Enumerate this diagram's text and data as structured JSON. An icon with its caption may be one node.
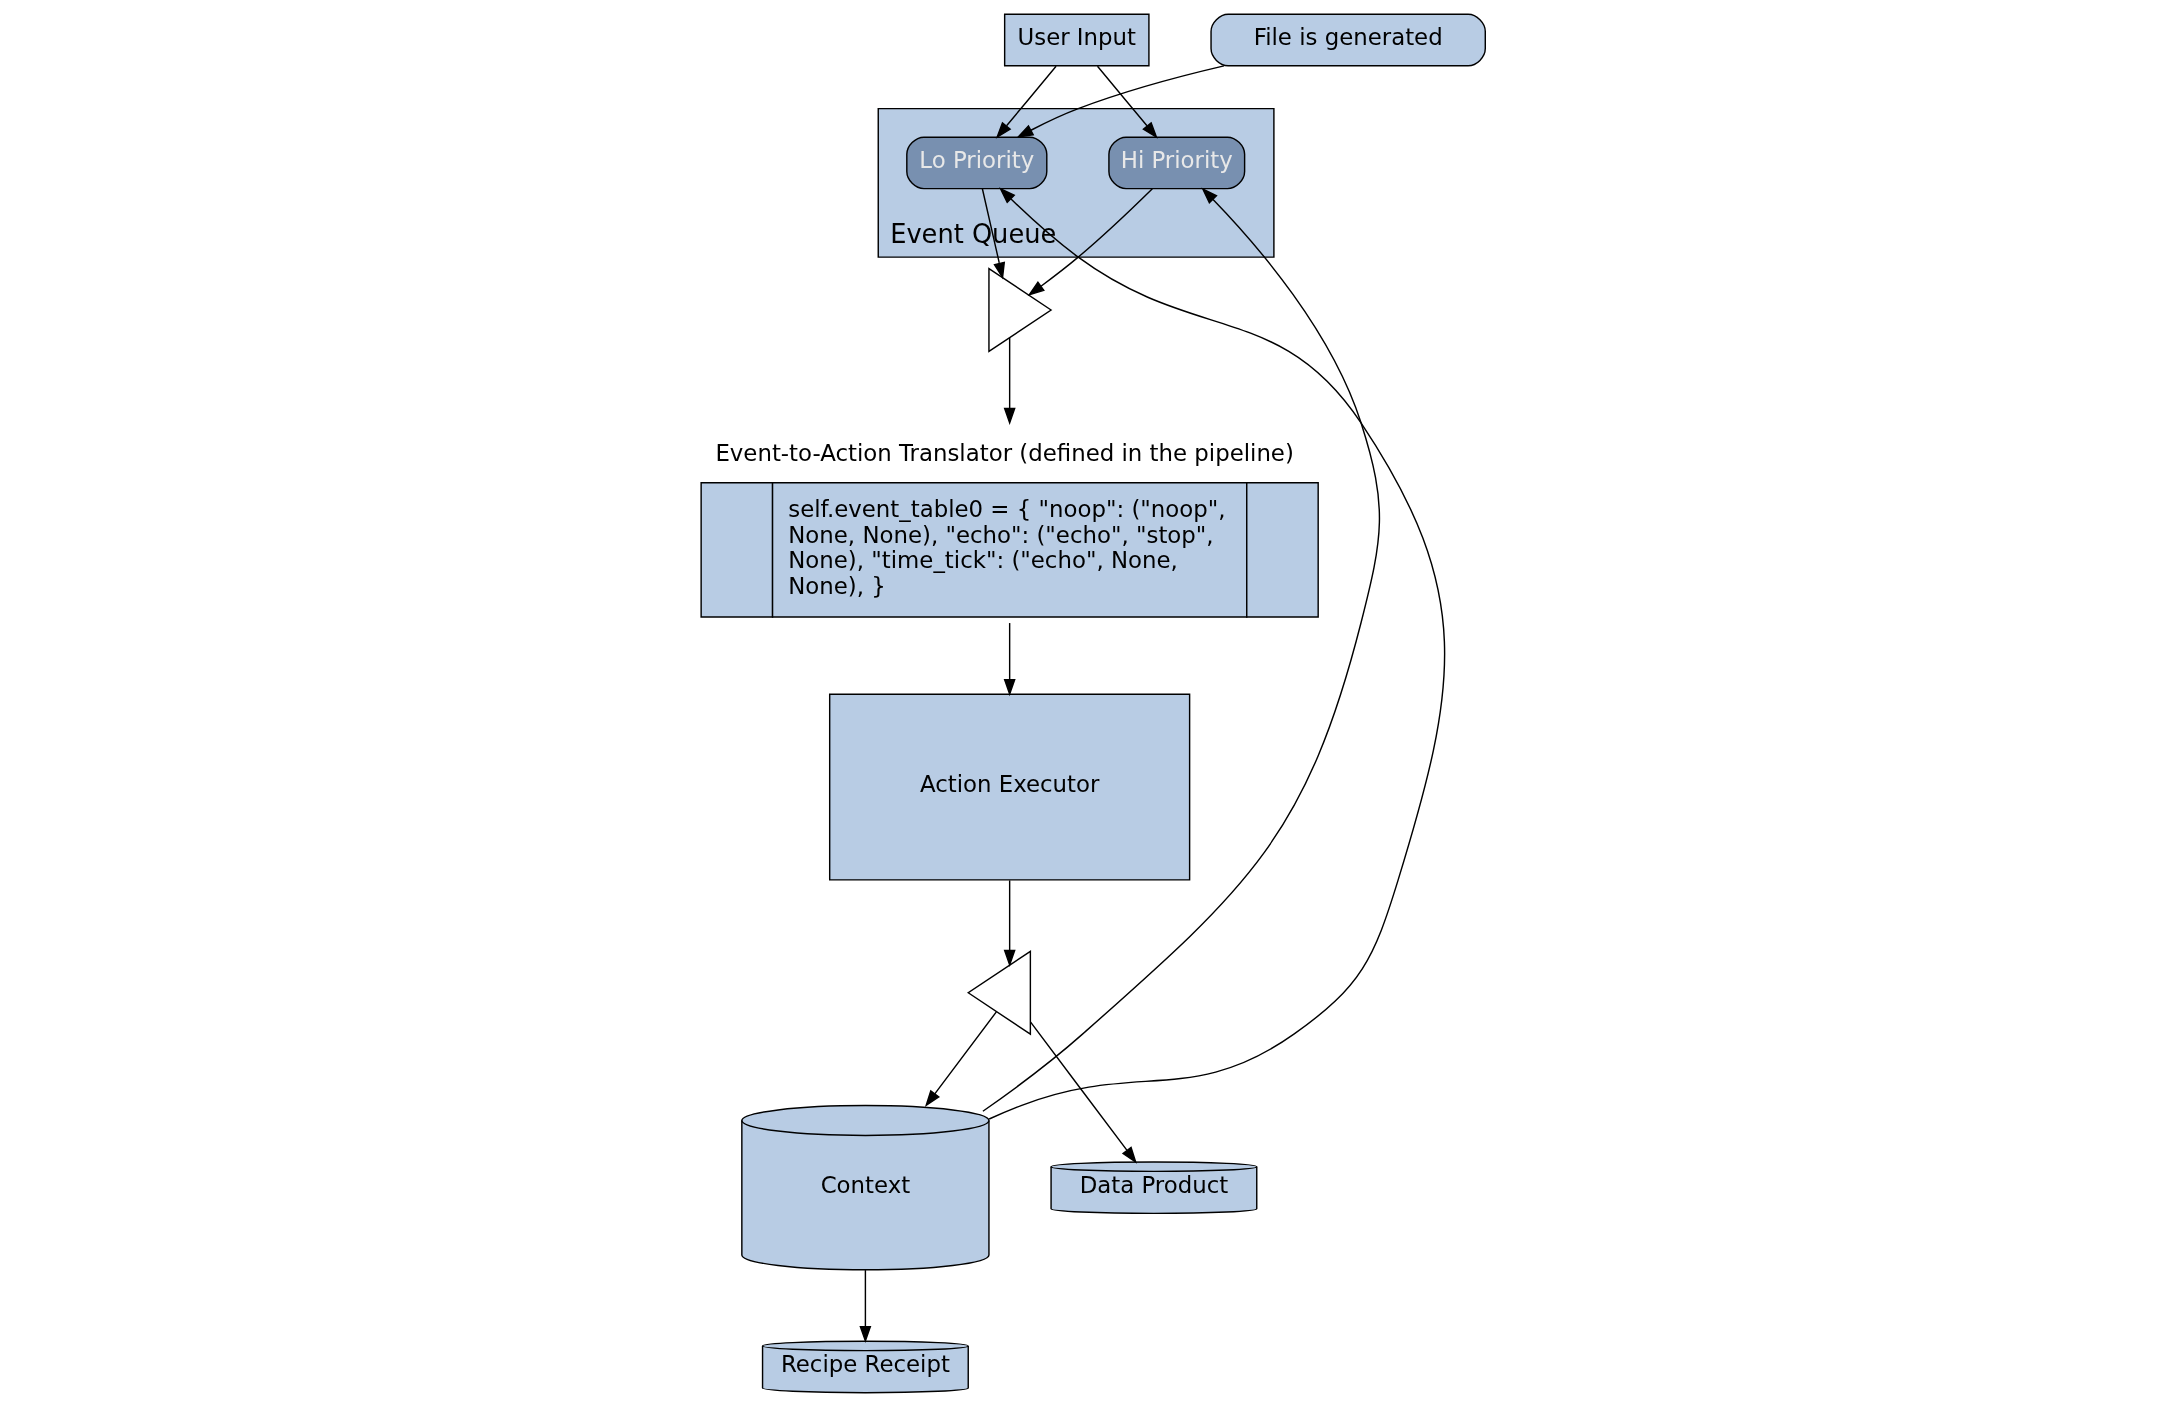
{
  "diagram": {
    "nodes": [
      {
        "text": [
          "User Input"
        ]
      },
      {
        "text": [
          "Event Queue"
        ]
      },
      {
        "text": [
          "Hi Priority"
        ],
        "in": 1
      },
      {
        "text": [
          "Lo Priority"
        ],
        "in": 1
      },
      {
        "text": [
          "File is generated"
        ]
      },
      {
        "text": [],
        "shape": "triangle"
      },
      {
        "text": [
          "Event-to-Action Translator (defined in the pipeline)",
          "self.event_table0 = { \"noop\": (\"noop\", None, None), \"echo\": (\"echo\", \"stop\", None), \"time_tick\": (\"echo\", None, None), }"
        ]
      },
      {
        "text": [
          "Action Executor"
        ]
      },
      {
        "text": [],
        "shape": "triangle"
      },
      {
        "text": [
          "Context"
        ]
      },
      {
        "text": [
          "Recipe Receipt"
        ]
      },
      {
        "text": [
          "Data Product"
        ]
      }
    ],
    "edges": [
      {
        "from": 0,
        "to": 2,
        "arrow": "to"
      },
      {
        "from": 0,
        "to": 3,
        "arrow": "to"
      },
      {
        "from": 9,
        "to": 2,
        "arrow": "to"
      },
      {
        "from": 9,
        "to": 3,
        "arrow": "to"
      },
      {
        "from": 4,
        "to": 3,
        "arrow": "to"
      },
      {
        "from": 2,
        "to": 5,
        "arrow": "to"
      },
      {
        "from": 3,
        "to": 5,
        "arrow": "to"
      },
      {
        "from": 5,
        "to": 6,
        "arrow": "to"
      },
      {
        "from": 6,
        "to": 7,
        "arrow": "to"
      },
      {
        "from": 7,
        "to": 8,
        "arrow": "to"
      },
      {
        "from": 8,
        "to": 9,
        "arrow": "to"
      },
      {
        "from": 8,
        "to": 11,
        "arrow": "to"
      },
      {
        "from": 9,
        "to": 10,
        "arrow": "to"
      }
    ]
  }
}
